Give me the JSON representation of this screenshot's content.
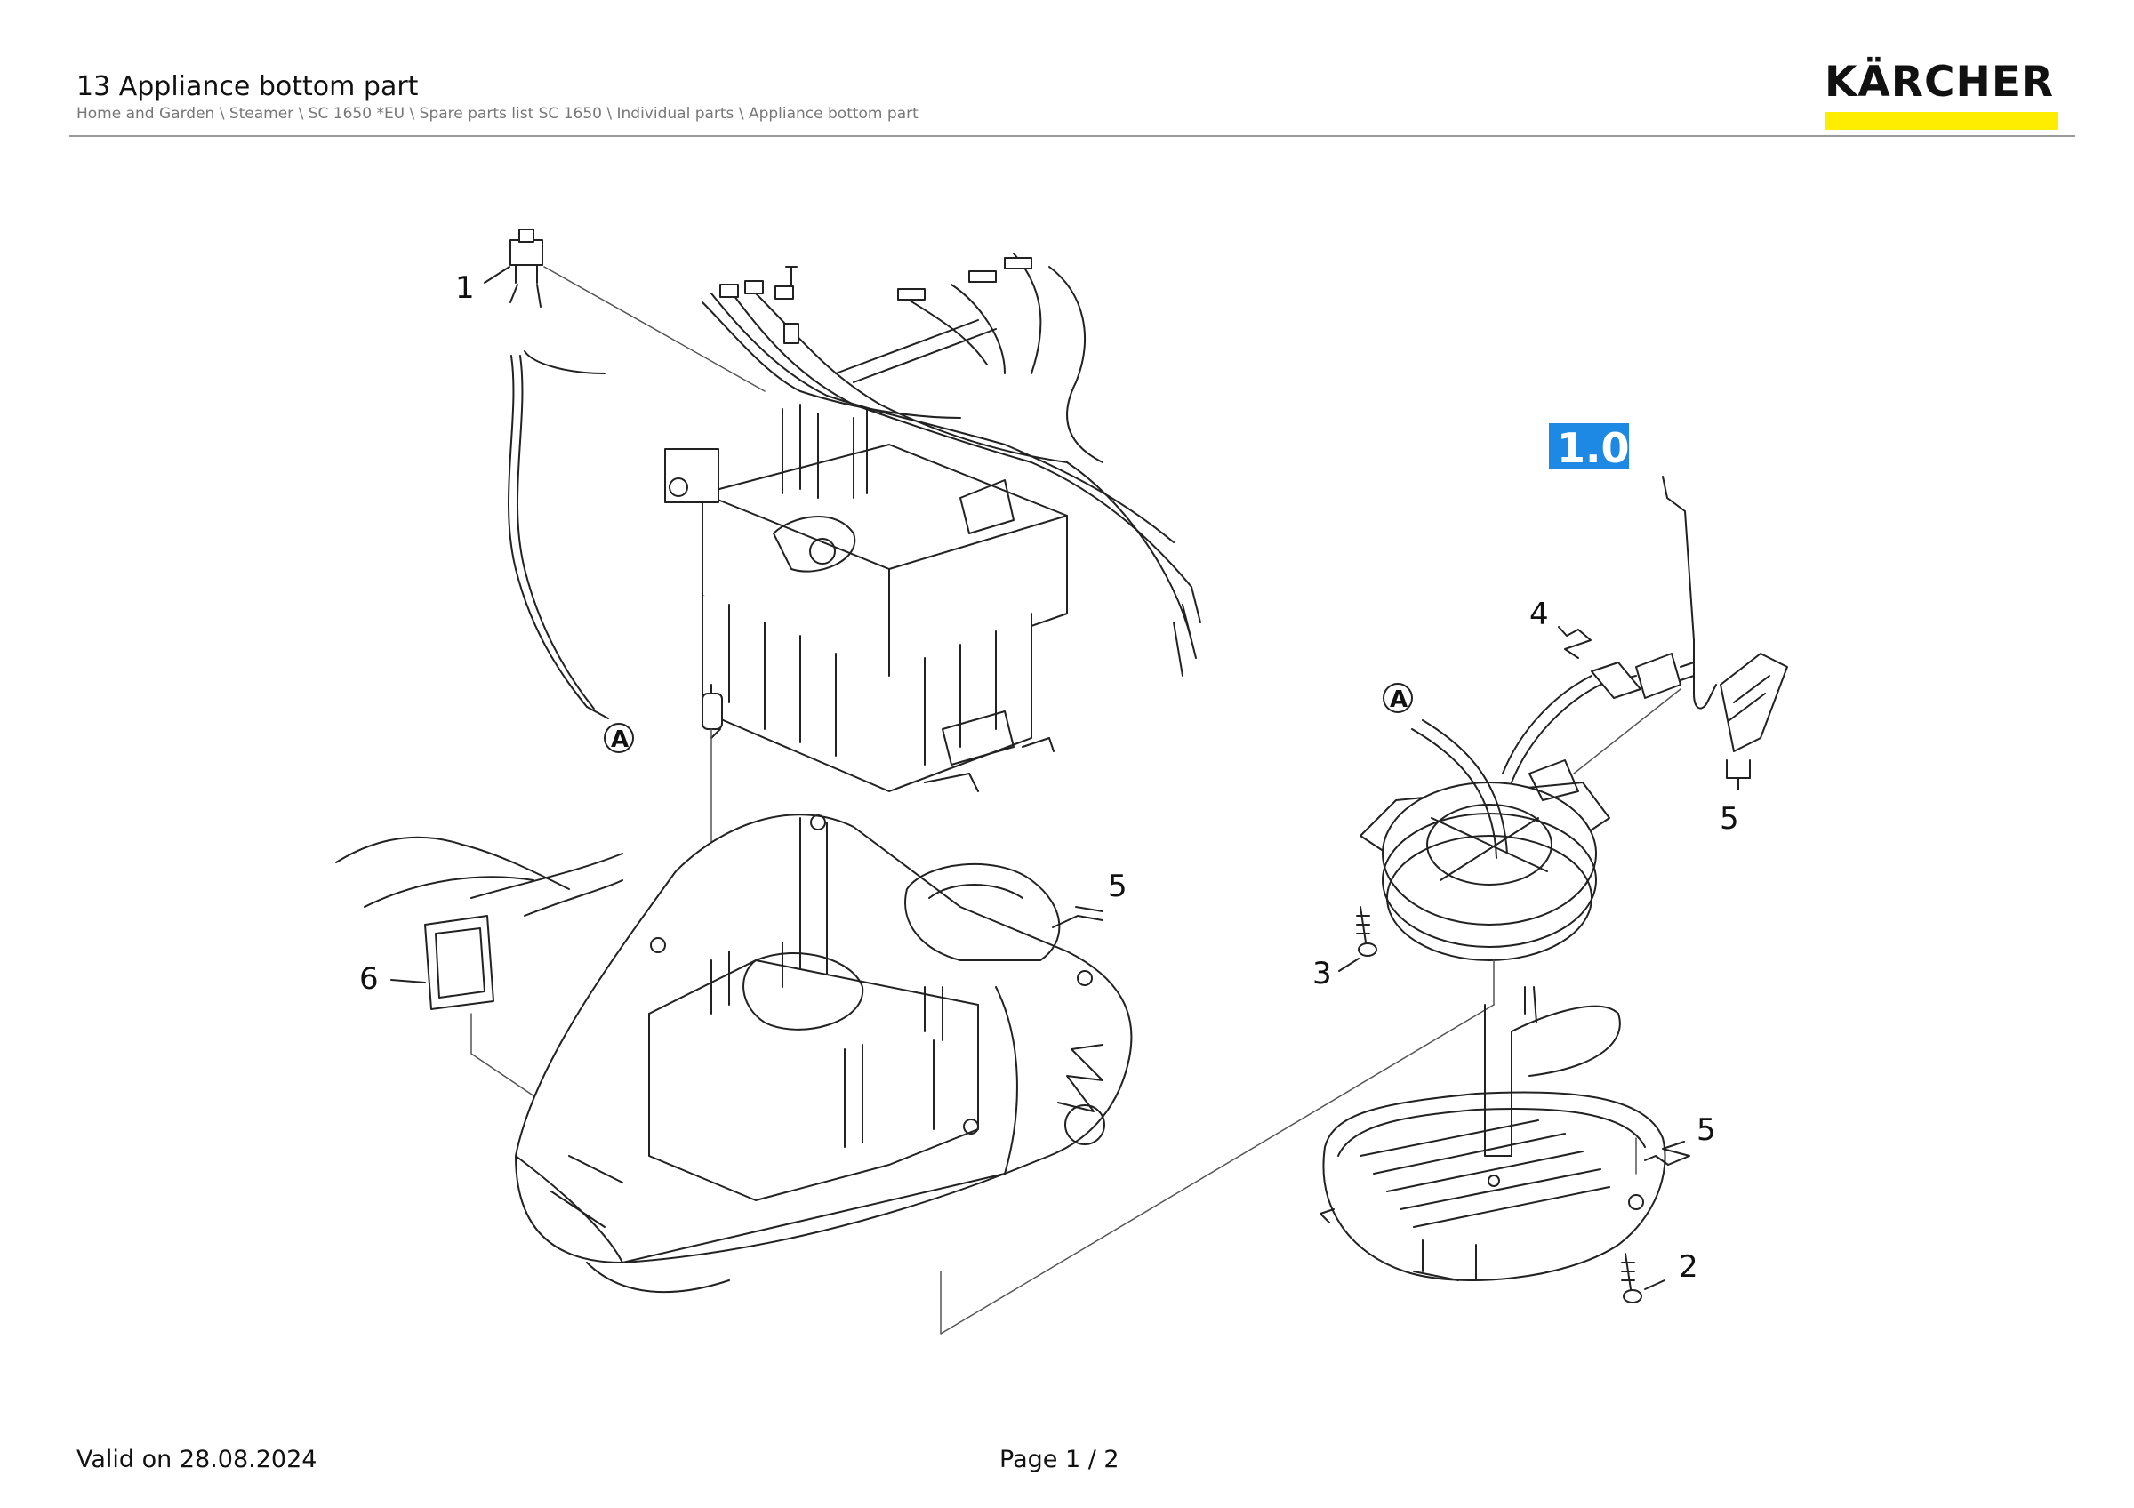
{
  "header": {
    "title": "13 Appliance bottom part",
    "breadcrumb": "Home and Garden \\ Steamer \\ SC 1650 *EU \\ Spare parts list SC 1650 \\ Individual parts \\ Appliance bottom part"
  },
  "brand": {
    "name": "KÄRCHER",
    "accent_color": "#ffed00"
  },
  "drawing": {
    "callouts": {
      "c1": "1",
      "c2": "2",
      "c3": "3",
      "c4": "4",
      "c5a": "5",
      "c5b": "5",
      "c5c": "5",
      "c6": "6"
    },
    "markers": {
      "left": "A",
      "right": "A"
    },
    "tag": {
      "label": "1.0",
      "color": "#1e88e5"
    }
  },
  "footer": {
    "valid": "Valid on 28.08.2024",
    "page": "Page 1 / 2"
  }
}
